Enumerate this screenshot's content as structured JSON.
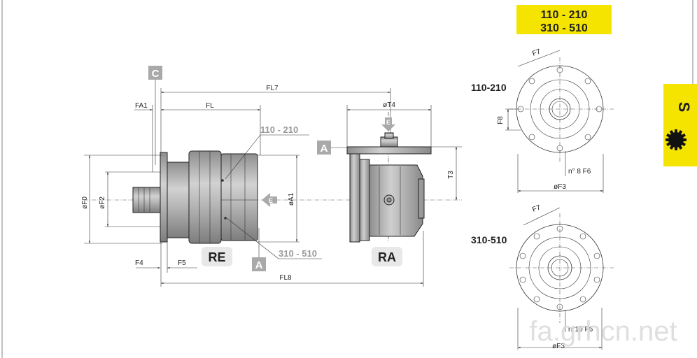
{
  "title_box": {
    "line1": "110 - 210",
    "line2": "310 - 510"
  },
  "side_tab": {
    "letter": "S"
  },
  "labels": {
    "C": "C",
    "A_left": "A",
    "A_bottom": "A",
    "E": "E",
    "RE": "RE",
    "RA": "RA",
    "size_110_210": "110 - 210",
    "size_310_510": "310 - 510",
    "view_110_210": "110-210",
    "view_310_510": "310-510"
  },
  "dimensions": {
    "FL7": "FL7",
    "FA1": "FA1",
    "FL": "FL",
    "F0": "øF0",
    "F2": "øF2",
    "A1": "øA1",
    "F4": "F4",
    "F5": "F5",
    "FL8": "FL8",
    "T4": "øT4",
    "T3": "T3",
    "F7_top": "F7",
    "F8": "F8",
    "F6_top": "n° 8 F6",
    "F3_top": "øF3",
    "F7_bottom": "F7",
    "F6_bottom": "n°10 F6",
    "F3_bottom": "øF3"
  },
  "watermark": "fa.grhcn.net",
  "colors": {
    "accent": "#f5e400",
    "part": "#a8a8a8",
    "tag": "#a9a9a9"
  }
}
